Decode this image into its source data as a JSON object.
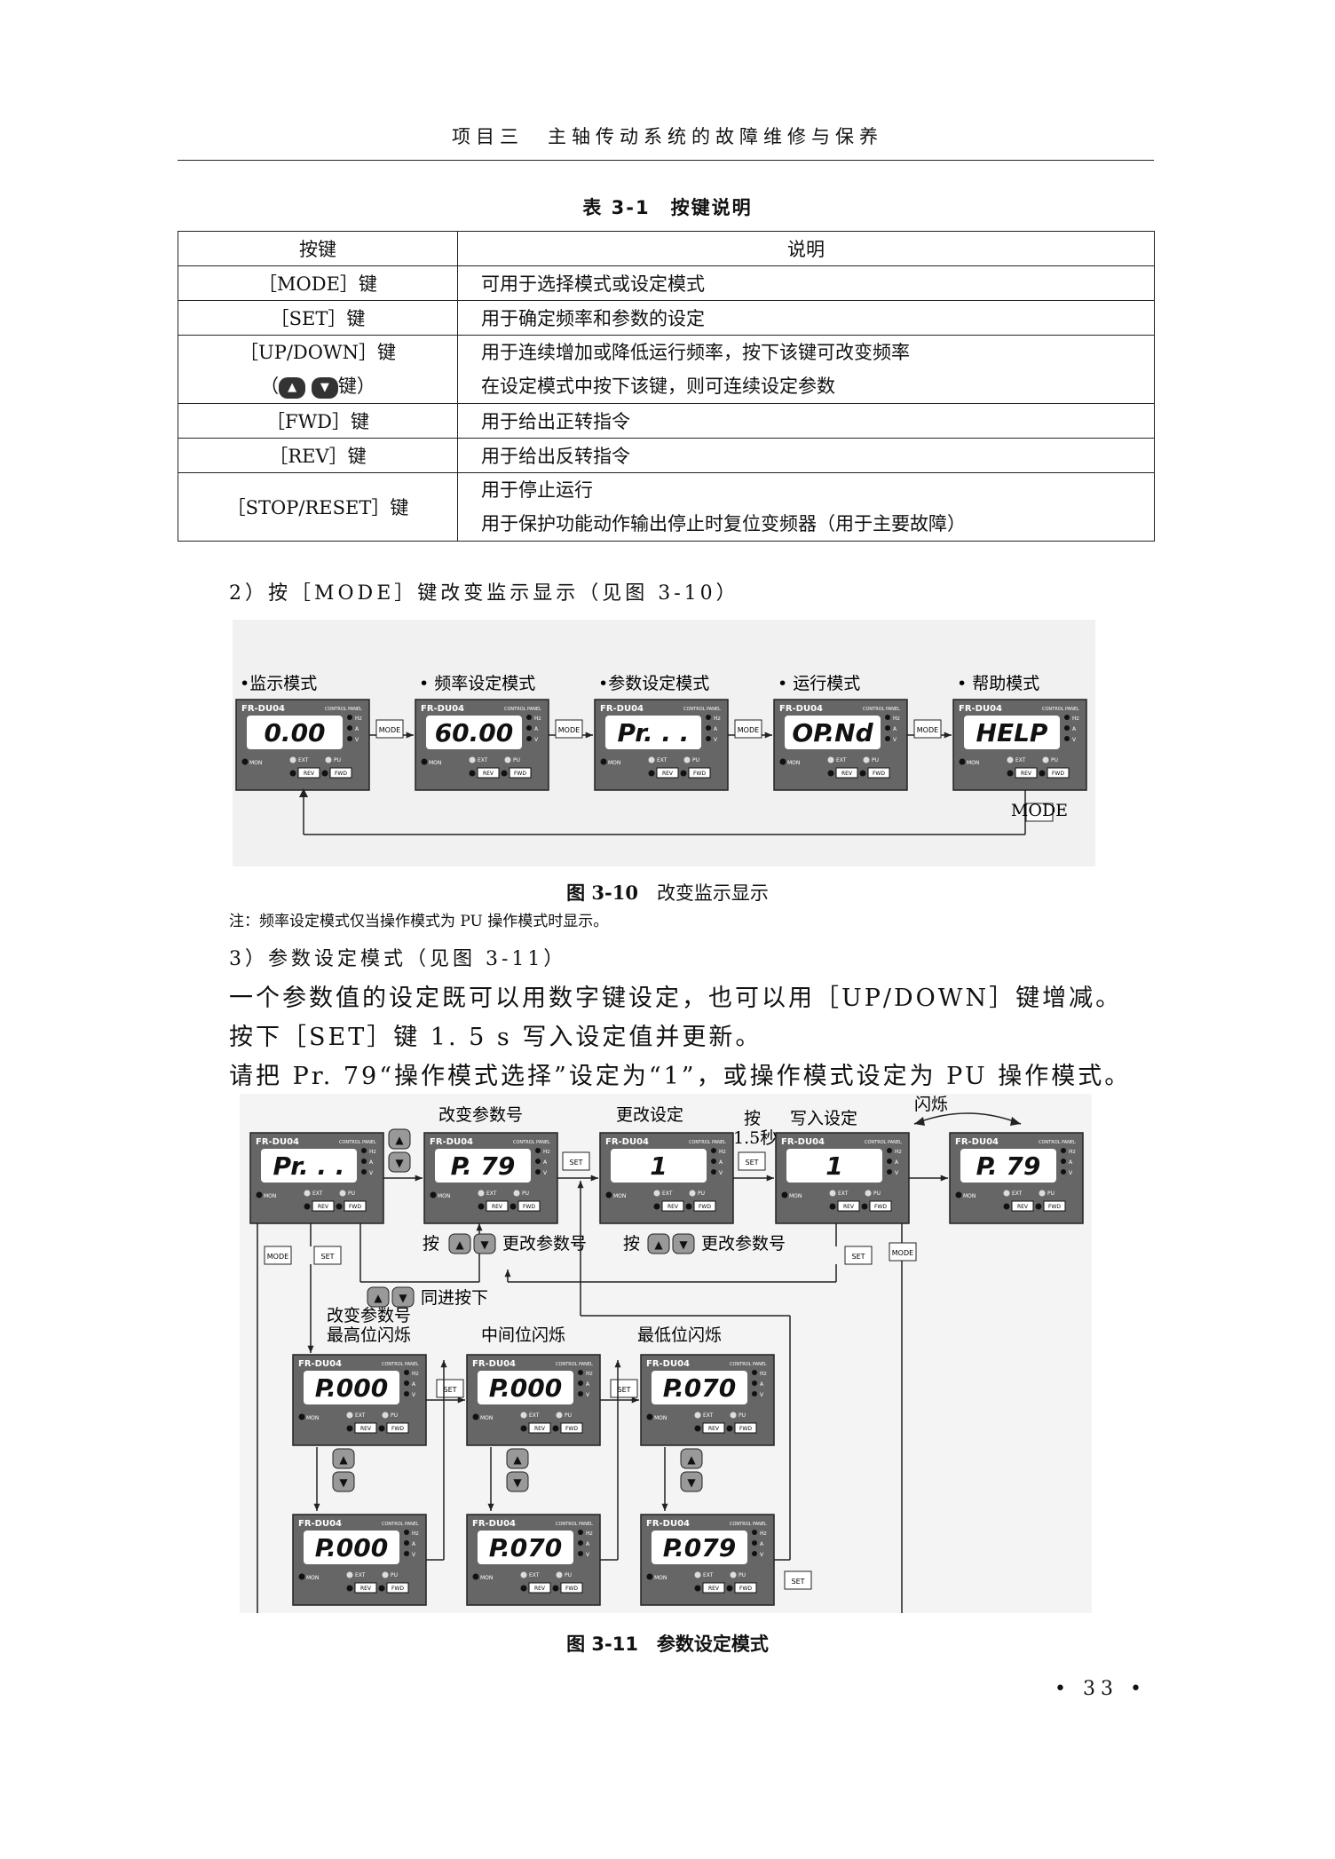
{
  "header": {
    "title": "项目三　主轴传动系统的故障维修与保养"
  },
  "table": {
    "caption": "表 3-1　按键说明",
    "head": {
      "key": "按键",
      "desc": "说明"
    },
    "rows": [
      {
        "key": "［MODE］键",
        "desc": [
          "可用于选择模式或设定模式"
        ]
      },
      {
        "key": "［SET］键",
        "desc": [
          "用于确定频率和参数的设定"
        ]
      },
      {
        "key": "［UP/DOWN］键",
        "key2_prefix": "（",
        "key2_suffix": "键）",
        "desc": [
          "用于连续增加或降低运行频率，按下该键可改变频率",
          "在设定模式中按下该键，则可连续设定参数"
        ]
      },
      {
        "key": "［FWD］键",
        "desc": [
          "用于给出正转指令"
        ]
      },
      {
        "key": "［REV］键",
        "desc": [
          "用于给出反转指令"
        ]
      },
      {
        "key": "［STOP/RESET］键",
        "desc": [
          "用于停止运行",
          "用于保护功能动作输出停止时复位变频器（用于主要故障）"
        ]
      }
    ]
  },
  "para2": "2）按［MODE］键改变监示显示（见图 3-10）",
  "fig10": {
    "modes": [
      {
        "label": "•监示模式",
        "display": "0.00"
      },
      {
        "label": "• 频率设定模式",
        "display": "60.00"
      },
      {
        "label": "•参数设定模式",
        "display": "Pr. . ."
      },
      {
        "label": "• 运行模式",
        "display": "OP.Nd"
      },
      {
        "label": "• 帮助模式",
        "display": "HELP"
      }
    ],
    "panel": {
      "brand": "FR-DU04",
      "sub": "CONTROL PANEL",
      "hz": "Hz",
      "a": "A",
      "v": "V",
      "mon": "MON",
      "ext": "EXT",
      "pu": "PU",
      "rev": "REV",
      "fwd": "FWD"
    },
    "mode_btn": "MODE",
    "caption_num": "图 3-10",
    "caption_text": "改变监示显示"
  },
  "note": "注：频率设定模式仅当操作模式为 PU 操作模式时显示。",
  "para3": "3）参数设定模式（见图 3-11）",
  "lines": [
    "一个参数值的设定既可以用数字键设定，也可以用［UP/DOWN］键增减。",
    "按下［SET］键 1. 5 s 写入设定值并更新。",
    "请把 Pr. 79“操作模式选择”设定为“1”，或操作模式设定为 PU 操作模式。"
  ],
  "fig11": {
    "top_displays": [
      "Pr. . .",
      "P. 79",
      "1",
      "1",
      "P. 79"
    ],
    "grid_displays": [
      "P.000",
      "P.000",
      "P.070",
      "P.000",
      "P.070",
      "P.079"
    ],
    "labels": {
      "change_no": "改变参数号",
      "change_set": "更改设定",
      "press": "按",
      "hold": "1.5秒",
      "write": "写入设定",
      "flash": "闪烁",
      "press_change_a": "按",
      "change_param": "更改参数号",
      "press_change_b": "按",
      "change_param_b": "更改参数号",
      "both": "同进按下",
      "high1": "改变参数号",
      "high2": "最高位闪烁",
      "mid": "中间位闪烁",
      "low": "最低位闪烁",
      "set": "SET",
      "mode": "MODE"
    },
    "caption": "图 3-11　参数设定模式"
  },
  "page_number": "• 33 •"
}
